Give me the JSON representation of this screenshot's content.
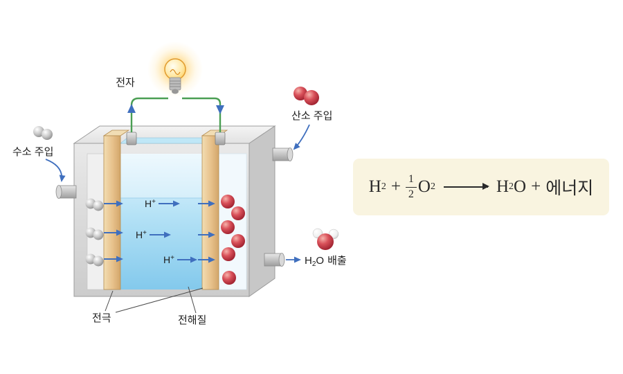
{
  "diagram": {
    "labels": {
      "electron": "전자",
      "hydrogen_inject": "수소 주입",
      "oxygen_inject": "산소 주입",
      "electrode": "전극",
      "electrolyte": "전해질"
    },
    "h_plus": {
      "base": "H",
      "sup": "+"
    },
    "water_out": {
      "h": "H",
      "sub": "2",
      "o": "O",
      "rest": "배출"
    }
  },
  "equation": {
    "reactant1": {
      "base": "H",
      "sub": "2"
    },
    "plus1": "+",
    "fraction": {
      "numerator": "1",
      "denominator": "2"
    },
    "reactant2": {
      "base": "O",
      "sub": "2"
    },
    "product": {
      "h": "H",
      "sub": "2",
      "o": "O"
    },
    "plus2": "+",
    "energy": "에너지"
  },
  "colors": {
    "electrolyte_blue": "#9bd4ef",
    "electrode_tan": "#e7c08a",
    "wire_green": "#4a9e53",
    "flow_arrow_blue": "#3f6fbe",
    "oxygen_red": "#c73a47",
    "hydrogen_gray": "#c0c0c0",
    "equation_panel_bg": "#f9f4e0",
    "bulb_glow": "#ffc95e"
  }
}
